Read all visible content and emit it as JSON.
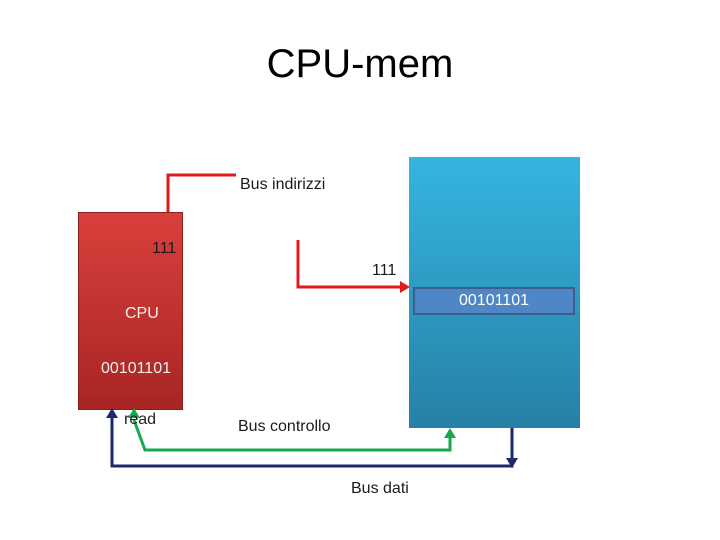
{
  "title": "CPU-mem",
  "cpu": {
    "register_address": "111",
    "label": "CPU",
    "register_data": "00101101",
    "signal": "read"
  },
  "memory": {
    "address_value": "111",
    "cell_value": "00101101"
  },
  "buses": {
    "address": "Bus indirizzi",
    "control": "Bus controllo",
    "data": "Bus dati"
  },
  "colors": {
    "cpu": "#c0302d",
    "memory": "#2b9ccb",
    "memory_cell": "#4f86c6",
    "address_bus": "#e0191a",
    "control_bus": "#1aa84e",
    "data_bus": "#1b2a6b"
  }
}
